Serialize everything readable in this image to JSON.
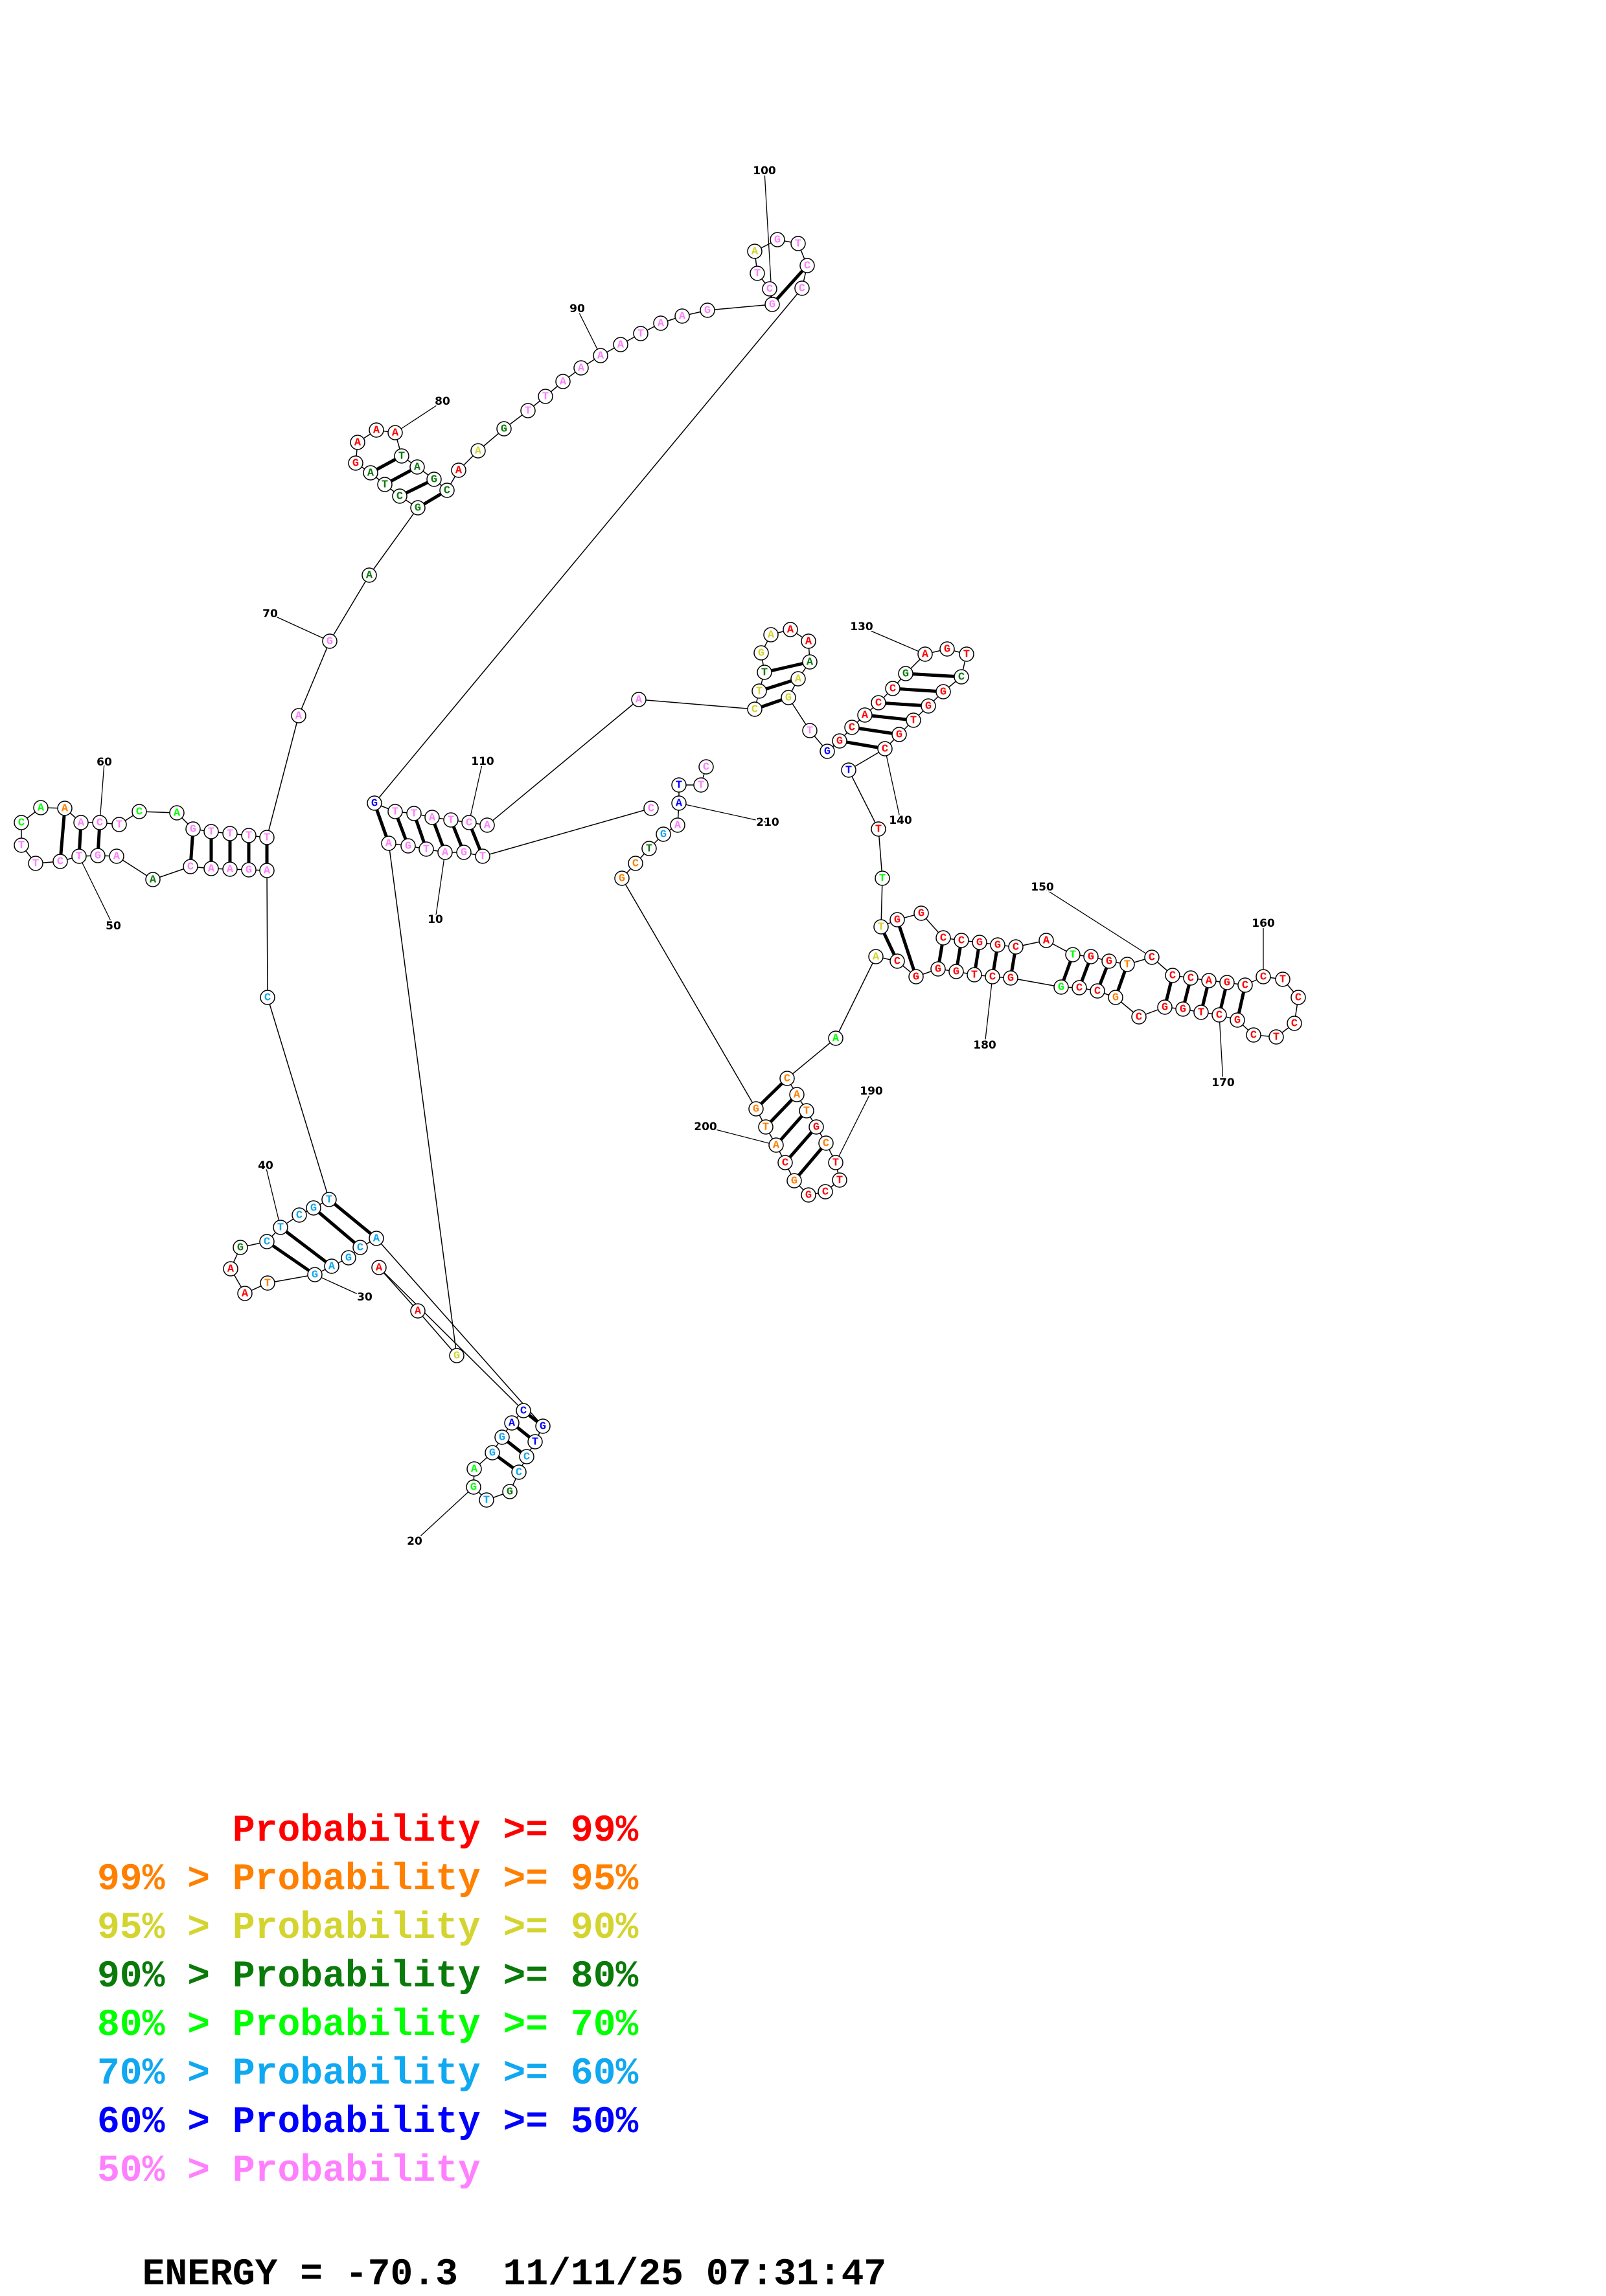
{
  "colors": {
    "p99": "#ff0000",
    "p95": "#ff8000",
    "p90": "#d4d430",
    "p80": "#0a7a0a",
    "p70": "#00ff00",
    "p60": "#10a8f0",
    "p50": "#0000ff",
    "plow": "#ff80ff"
  },
  "legend": [
    {
      "prefix": "    ",
      "text": "Probability >= 99%",
      "color_key": "p99"
    },
    {
      "prefix": "99% > ",
      "text": "Probability >= 95%",
      "color_key": "p95"
    },
    {
      "prefix": "95% > ",
      "text": "Probability >= 90%",
      "color_key": "p90"
    },
    {
      "prefix": "90% > ",
      "text": "Probability >= 80%",
      "color_key": "p80"
    },
    {
      "prefix": "80% > ",
      "text": "Probability >= 70%",
      "color_key": "p70"
    },
    {
      "prefix": "70% > ",
      "text": "Probability >= 60%",
      "color_key": "p60"
    },
    {
      "prefix": "60% > ",
      "text": "Probability >= 50%",
      "color_key": "p50"
    },
    {
      "prefix": "50% > ",
      "text": "Probability",
      "color_key": "plow"
    }
  ],
  "footer": {
    "energy": "ENERGY = -70.3",
    "timestamp": "11/11/25 07:31:47"
  },
  "position_labels": [
    "10",
    "20",
    "30",
    "40",
    "50",
    "60",
    "70",
    "80",
    "90",
    "100",
    "110",
    "130",
    "140",
    "150",
    "160",
    "170",
    "180",
    "190",
    "200",
    "210"
  ],
  "nucleotides": [
    {
      "b": "C",
      "p": "plow"
    },
    {
      "b": "T",
      "p": "plow"
    },
    {
      "b": "G",
      "p": "plow"
    },
    {
      "b": "A",
      "p": "plow"
    },
    {
      "b": "T",
      "p": "plow"
    },
    {
      "b": "G",
      "p": "plow"
    },
    {
      "b": "A",
      "p": "plow"
    },
    {
      "b": "G",
      "p": "p90"
    },
    {
      "b": "A",
      "p": "p99"
    },
    {
      "b": "A",
      "p": "p99"
    },
    {
      "b": "C",
      "p": "p50"
    },
    {
      "b": "A",
      "p": "p50"
    },
    {
      "b": "G",
      "p": "p60"
    },
    {
      "b": "G",
      "p": "p60"
    },
    {
      "b": "A",
      "p": "p70"
    },
    {
      "b": "G",
      "p": "p70"
    },
    {
      "b": "T",
      "p": "p60"
    },
    {
      "b": "G",
      "p": "p80"
    },
    {
      "b": "C",
      "p": "p60"
    },
    {
      "b": "C",
      "p": "p60"
    },
    {
      "b": "T",
      "p": "p50"
    },
    {
      "b": "G",
      "p": "p50"
    },
    {
      "b": "A",
      "p": "p60"
    },
    {
      "b": "C",
      "p": "p60"
    },
    {
      "b": "G",
      "p": "p60"
    },
    {
      "b": "A",
      "p": "p60"
    },
    {
      "b": "G",
      "p": "p60"
    },
    {
      "b": "T",
      "p": "p95"
    },
    {
      "b": "A",
      "p": "p99"
    },
    {
      "b": "A",
      "p": "p99"
    },
    {
      "b": "G",
      "p": "p80"
    },
    {
      "b": "C",
      "p": "p60"
    },
    {
      "b": "T",
      "p": "p60"
    },
    {
      "b": "C",
      "p": "p60"
    },
    {
      "b": "G",
      "p": "p60"
    },
    {
      "b": "T",
      "p": "p60"
    },
    {
      "b": "C",
      "p": "p60"
    },
    {
      "b": "A",
      "p": "plow"
    },
    {
      "b": "G",
      "p": "plow"
    },
    {
      "b": "A",
      "p": "plow"
    },
    {
      "b": "A",
      "p": "plow"
    },
    {
      "b": "C",
      "p": "plow"
    },
    {
      "b": "A",
      "p": "p80"
    },
    {
      "b": "A",
      "p": "plow"
    },
    {
      "b": "G",
      "p": "plow"
    },
    {
      "b": "T",
      "p": "plow"
    },
    {
      "b": "C",
      "p": "plow"
    },
    {
      "b": "T",
      "p": "plow"
    },
    {
      "b": "T",
      "p": "plow"
    },
    {
      "b": "C",
      "p": "p70"
    },
    {
      "b": "A",
      "p": "p70"
    },
    {
      "b": "A",
      "p": "p95"
    },
    {
      "b": "A",
      "p": "plow"
    },
    {
      "b": "C",
      "p": "plow"
    },
    {
      "b": "T",
      "p": "plow"
    },
    {
      "b": "C",
      "p": "p70"
    },
    {
      "b": "A",
      "p": "p70"
    },
    {
      "b": "G",
      "p": "plow"
    },
    {
      "b": "T",
      "p": "plow"
    },
    {
      "b": "T",
      "p": "plow"
    },
    {
      "b": "T",
      "p": "plow"
    },
    {
      "b": "T",
      "p": "plow"
    },
    {
      "b": "A",
      "p": "plow"
    },
    {
      "b": "G",
      "p": "plow"
    },
    {
      "b": "A",
      "p": "p80"
    },
    {
      "b": "G",
      "p": "p80"
    },
    {
      "b": "C",
      "p": "p80"
    },
    {
      "b": "T",
      "p": "p80"
    },
    {
      "b": "A",
      "p": "p80"
    },
    {
      "b": "G",
      "p": "p99"
    },
    {
      "b": "A",
      "p": "p99"
    },
    {
      "b": "A",
      "p": "p99"
    },
    {
      "b": "A",
      "p": "p99"
    },
    {
      "b": "T",
      "p": "p80"
    },
    {
      "b": "A",
      "p": "p80"
    },
    {
      "b": "G",
      "p": "p80"
    },
    {
      "b": "C",
      "p": "p80"
    },
    {
      "b": "A",
      "p": "p99"
    },
    {
      "b": "A",
      "p": "p90"
    },
    {
      "b": "G",
      "p": "p80"
    },
    {
      "b": "T",
      "p": "plow"
    },
    {
      "b": "T",
      "p": "plow"
    },
    {
      "b": "A",
      "p": "plow"
    },
    {
      "b": "A",
      "p": "plow"
    },
    {
      "b": "A",
      "p": "plow"
    },
    {
      "b": "A",
      "p": "plow"
    },
    {
      "b": "T",
      "p": "plow"
    },
    {
      "b": "A",
      "p": "plow"
    },
    {
      "b": "A",
      "p": "plow"
    },
    {
      "b": "G",
      "p": "plow"
    },
    {
      "b": "G",
      "p": "plow"
    },
    {
      "b": "C",
      "p": "plow"
    },
    {
      "b": "T",
      "p": "plow"
    },
    {
      "b": "A",
      "p": "p90"
    },
    {
      "b": "G",
      "p": "plow"
    },
    {
      "b": "T",
      "p": "plow"
    },
    {
      "b": "C",
      "p": "plow"
    },
    {
      "b": "C",
      "p": "plow"
    },
    {
      "b": "G",
      "p": "p50"
    },
    {
      "b": "T",
      "p": "plow"
    },
    {
      "b": "T",
      "p": "plow"
    },
    {
      "b": "A",
      "p": "plow"
    },
    {
      "b": "T",
      "p": "plow"
    },
    {
      "b": "C",
      "p": "plow"
    },
    {
      "b": "A",
      "p": "plow"
    },
    {
      "b": "A",
      "p": "plow"
    },
    {
      "b": "C",
      "p": "p90"
    },
    {
      "b": "T",
      "p": "p90"
    },
    {
      "b": "T",
      "p": "p80"
    },
    {
      "b": "G",
      "p": "p90"
    },
    {
      "b": "A",
      "p": "p90"
    },
    {
      "b": "A",
      "p": "p99"
    },
    {
      "b": "A",
      "p": "p99"
    },
    {
      "b": "A",
      "p": "p80"
    },
    {
      "b": "A",
      "p": "p90"
    },
    {
      "b": "G",
      "p": "p90"
    },
    {
      "b": "T",
      "p": "plow"
    },
    {
      "b": "G",
      "p": "p50"
    },
    {
      "b": "G",
      "p": "p99"
    },
    {
      "b": "C",
      "p": "p99"
    },
    {
      "b": "A",
      "p": "p99"
    },
    {
      "b": "C",
      "p": "p99"
    },
    {
      "b": "C",
      "p": "p99"
    },
    {
      "b": "G",
      "p": "p80"
    },
    {
      "b": "A",
      "p": "p99"
    },
    {
      "b": "G",
      "p": "p99"
    },
    {
      "b": "T",
      "p": "p99"
    },
    {
      "b": "C",
      "p": "p80"
    },
    {
      "b": "G",
      "p": "p99"
    },
    {
      "b": "G",
      "p": "p99"
    },
    {
      "b": "T",
      "p": "p99"
    },
    {
      "b": "G",
      "p": "p99"
    },
    {
      "b": "C",
      "p": "p99"
    },
    {
      "b": "T",
      "p": "p50"
    },
    {
      "b": "T",
      "p": "p99"
    },
    {
      "b": "T",
      "p": "p70"
    },
    {
      "b": "T",
      "p": "p90"
    },
    {
      "b": "G",
      "p": "p99"
    },
    {
      "b": "G",
      "p": "p99"
    },
    {
      "b": "C",
      "p": "p99"
    },
    {
      "b": "C",
      "p": "p99"
    },
    {
      "b": "G",
      "p": "p99"
    },
    {
      "b": "G",
      "p": "p99"
    },
    {
      "b": "C",
      "p": "p99"
    },
    {
      "b": "A",
      "p": "p99"
    },
    {
      "b": "T",
      "p": "p70"
    },
    {
      "b": "G",
      "p": "p99"
    },
    {
      "b": "G",
      "p": "p99"
    },
    {
      "b": "T",
      "p": "p95"
    },
    {
      "b": "C",
      "p": "p99"
    },
    {
      "b": "C",
      "p": "p99"
    },
    {
      "b": "C",
      "p": "p99"
    },
    {
      "b": "A",
      "p": "p99"
    },
    {
      "b": "G",
      "p": "p99"
    },
    {
      "b": "C",
      "p": "p99"
    },
    {
      "b": "C",
      "p": "p99"
    },
    {
      "b": "T",
      "p": "p99"
    },
    {
      "b": "C",
      "p": "p99"
    },
    {
      "b": "C",
      "p": "p99"
    },
    {
      "b": "T",
      "p": "p99"
    },
    {
      "b": "C",
      "p": "p99"
    },
    {
      "b": "G",
      "p": "p99"
    },
    {
      "b": "C",
      "p": "p99"
    },
    {
      "b": "T",
      "p": "p99"
    },
    {
      "b": "G",
      "p": "p99"
    },
    {
      "b": "G",
      "p": "p99"
    },
    {
      "b": "C",
      "p": "p99"
    },
    {
      "b": "G",
      "p": "p95"
    },
    {
      "b": "C",
      "p": "p99"
    },
    {
      "b": "C",
      "p": "p99"
    },
    {
      "b": "G",
      "p": "p70"
    },
    {
      "b": "G",
      "p": "p99"
    },
    {
      "b": "C",
      "p": "p99"
    },
    {
      "b": "T",
      "p": "p99"
    },
    {
      "b": "G",
      "p": "p99"
    },
    {
      "b": "G",
      "p": "p99"
    },
    {
      "b": "G",
      "p": "p99"
    },
    {
      "b": "C",
      "p": "p99"
    },
    {
      "b": "A",
      "p": "p90"
    },
    {
      "b": "A",
      "p": "p70"
    },
    {
      "b": "C",
      "p": "p95"
    },
    {
      "b": "A",
      "p": "p95"
    },
    {
      "b": "T",
      "p": "p95"
    },
    {
      "b": "G",
      "p": "p99"
    },
    {
      "b": "C",
      "p": "p95"
    },
    {
      "b": "T",
      "p": "p99"
    },
    {
      "b": "T",
      "p": "p99"
    },
    {
      "b": "C",
      "p": "p99"
    },
    {
      "b": "G",
      "p": "p99"
    },
    {
      "b": "G",
      "p": "p95"
    },
    {
      "b": "C",
      "p": "p99"
    },
    {
      "b": "A",
      "p": "p95"
    },
    {
      "b": "T",
      "p": "p95"
    },
    {
      "b": "G",
      "p": "p95"
    },
    {
      "b": "G",
      "p": "p95"
    },
    {
      "b": "C",
      "p": "p95"
    },
    {
      "b": "T",
      "p": "p80"
    },
    {
      "b": "G",
      "p": "p60"
    },
    {
      "b": "A",
      "p": "plow"
    },
    {
      "b": "A",
      "p": "p50"
    },
    {
      "b": "T",
      "p": "p50"
    },
    {
      "b": "T",
      "p": "plow"
    },
    {
      "b": "C",
      "p": "plow"
    },
    {
      "b": "T",
      "p": "plow"
    },
    {
      "b": "G",
      "p": "plow"
    },
    {
      "b": "C",
      "p": "plow"
    },
    {
      "b": "A",
      "p": "plow"
    },
    {
      "b": "G",
      "p": "plow"
    },
    {
      "b": "G",
      "p": "plow"
    },
    {
      "b": "G",
      "p": "plow"
    }
  ]
}
